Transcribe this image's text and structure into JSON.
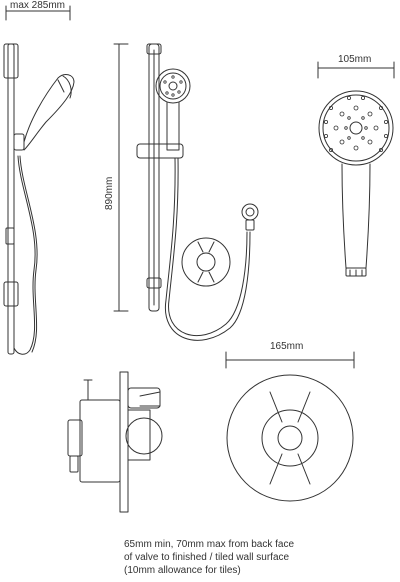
{
  "dimensions": {
    "max_height_from_valve": "max 285mm",
    "rail_height": "890mm",
    "handset_width": "105mm",
    "faceplate_diameter": "165mm"
  },
  "installation_note": {
    "line1": "65mm min, 70mm max from back face",
    "line2": "of valve to finished / tiled wall surface",
    "line3": "(10mm allowance for tiles)"
  },
  "colors": {
    "line": "#333333",
    "background": "#ffffff"
  }
}
